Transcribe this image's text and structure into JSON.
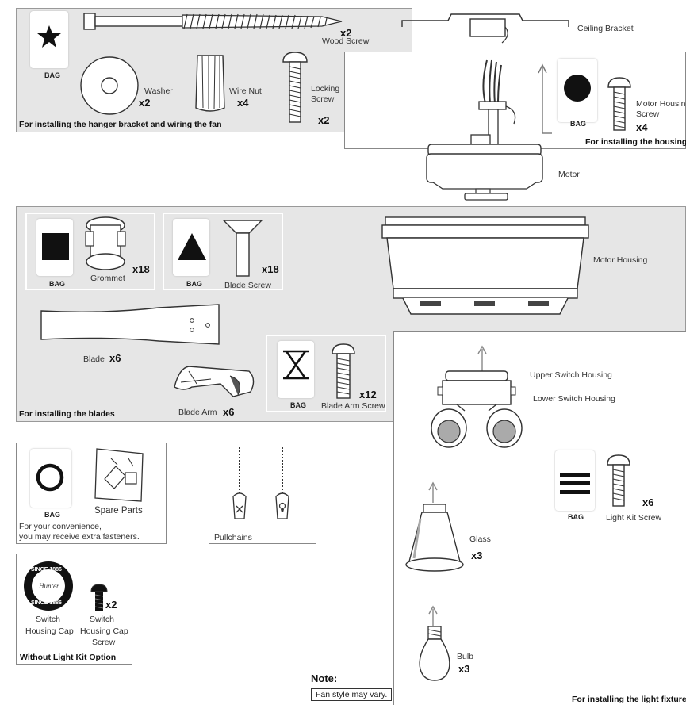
{
  "hanger_section": {
    "caption": "For installing the hanger bracket and wiring the fan",
    "bag_label": "BAG",
    "wood_screw": {
      "label": "Wood Screw",
      "qty": "x2"
    },
    "washer": {
      "label": "Washer",
      "qty": "x2"
    },
    "wire_nut": {
      "label": "Wire Nut",
      "qty": "x4"
    },
    "locking_screw": {
      "label_line1": "Locking",
      "label_line2": "Screw",
      "qty": "x2"
    },
    "ceiling_bracket": {
      "label": "Ceiling Bracket"
    }
  },
  "housing_section": {
    "caption": "For installing the housing",
    "bag_label": "BAG",
    "motor_housing_screw": {
      "label_line1": "Motor Housing",
      "label_line2": "Screw",
      "qty": "x4"
    },
    "motor": {
      "label": "Motor"
    }
  },
  "blades_section": {
    "caption": "For installing the blades",
    "grommet": {
      "bag_label": "BAG",
      "label": "Grommet",
      "qty": "x18"
    },
    "blade_screw": {
      "bag_label": "BAG",
      "label": "Blade Screw",
      "qty": "x18"
    },
    "blade": {
      "label": "Blade",
      "qty": "x6"
    },
    "blade_arm": {
      "label": "Blade Arm",
      "qty": "x6"
    },
    "blade_arm_screw": {
      "bag_label": "BAG",
      "label": "Blade Arm Screw",
      "qty": "x12"
    },
    "motor_housing": {
      "label": "Motor Housing"
    }
  },
  "light_section": {
    "caption": "For installing the light fixture",
    "upper_switch_housing": "Upper Switch Housing",
    "lower_switch_housing": "Lower Switch Housing",
    "light_kit_screw": {
      "bag_label": "BAG",
      "label": "Light Kit Screw",
      "qty": "x6"
    },
    "glass": {
      "label": "Glass",
      "qty": "x3"
    },
    "bulb": {
      "label": "Bulb",
      "qty": "x3"
    }
  },
  "spare_section": {
    "bag_label": "BAG",
    "spare_parts": "Spare Parts",
    "note_line1": "For your convenience,",
    "note_line2": "you may receive extra fasteners."
  },
  "pullchains_section": {
    "label": "Pullchains"
  },
  "no_light_kit_section": {
    "caption": "Without Light Kit Option",
    "switch_housing_cap": {
      "line1": "Switch",
      "line2": "Housing Cap"
    },
    "switch_housing_cap_screw": {
      "line1": "Switch",
      "line2": "Housing Cap",
      "line3": "Screw",
      "qty": "x2"
    },
    "seal_text_top": "SINCE 1886",
    "seal_text_bottom": "SINCE 1886",
    "seal_brand": "Hunter"
  },
  "note": {
    "title": "Note:",
    "text": "Fan style may vary."
  }
}
